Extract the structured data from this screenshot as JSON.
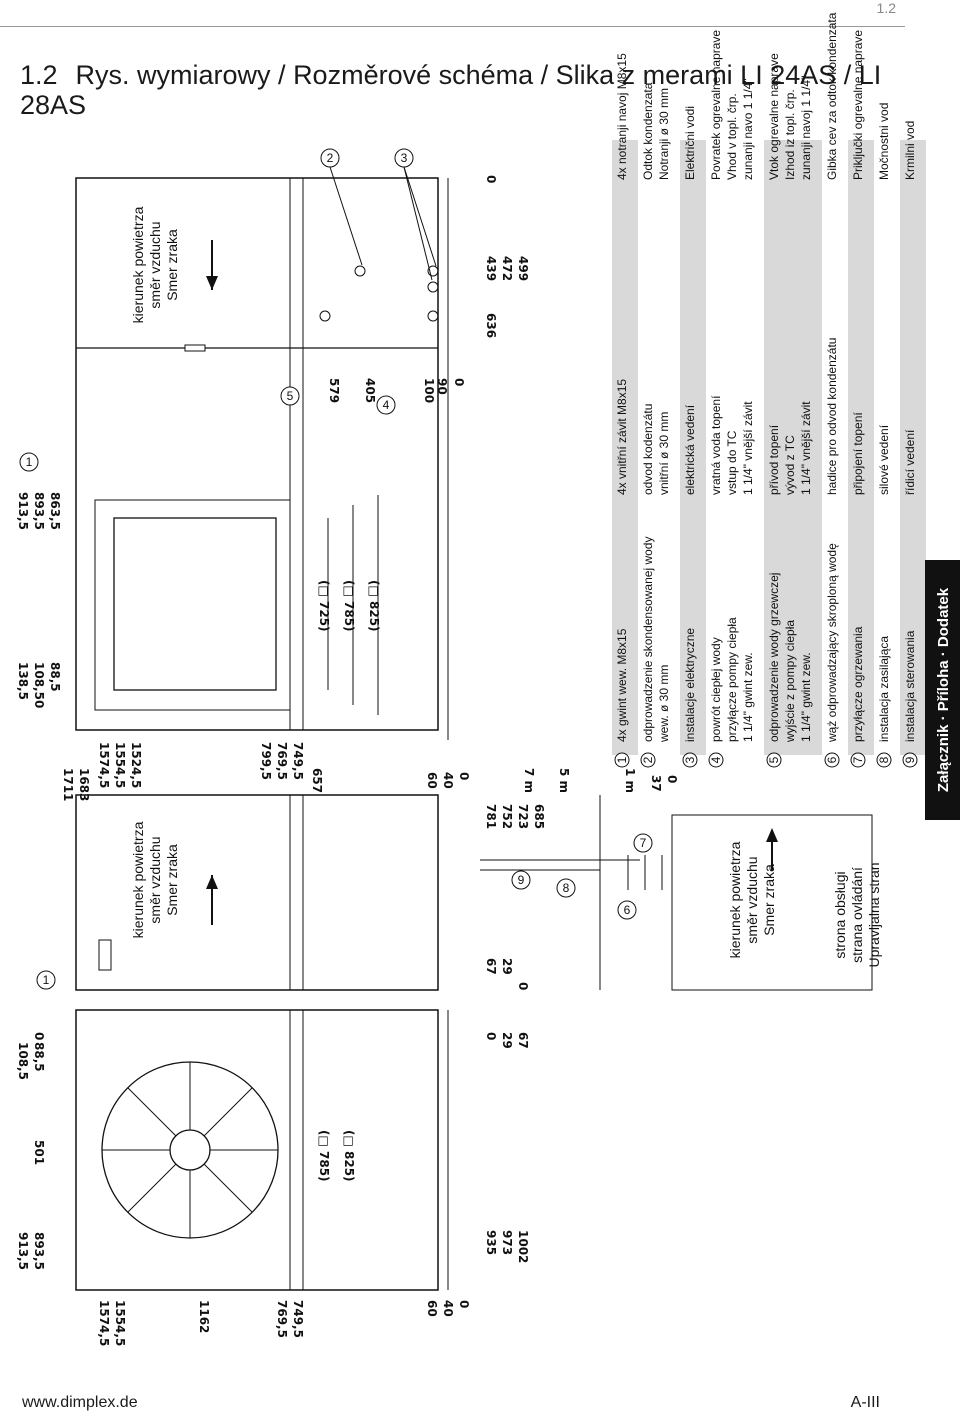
{
  "page": {
    "section_no": "1.2",
    "title_num": "1.2",
    "title_text": "Rys. wymiarowy / Rozměrové schéma / Slika z merami LI 24AS / LI 28AS",
    "footer_left": "www.dimplex.de",
    "footer_right": "A-III",
    "side_tab": "Załącznik · Příloha · Dodatek"
  },
  "drawing": {
    "air_direction": [
      "kierunek powietrza",
      "směr vzduchu",
      "Smer zraka"
    ],
    "service_side": [
      "strona obsługi",
      "strana ovládání",
      "Upravljalna stran"
    ],
    "callouts": [
      "1",
      "2",
      "3",
      "4",
      "5",
      "6",
      "7",
      "8",
      "9"
    ],
    "dims_top_right": [
      "913,5",
      "893,5",
      "863,5",
      "138,5",
      "108,5",
      "88,5",
      "0"
    ],
    "dims_left_mid": [
      "1711",
      "1683"
    ],
    "dims_mid": [
      "1574,5",
      "1554,5",
      "1524,5",
      "799,5",
      "769,5",
      "749,5",
      "657",
      "60",
      "40",
      "0"
    ],
    "dims_inner": [
      "(□ 725)",
      "(□ 785)",
      "(□ 825)"
    ],
    "dims_right_front": [
      "579",
      "405",
      "100",
      "90",
      "0"
    ],
    "dims_rightmost": [
      "0",
      "439",
      "472",
      "499",
      "636"
    ],
    "dims_hoses": [
      "7 m",
      "5 m",
      "1 m",
      "37",
      "0"
    ],
    "dims_mid_right": [
      "781",
      "752",
      "723",
      "685",
      "67",
      "29",
      "0"
    ],
    "dims_bottom_left": [
      "108,5",
      "88,5",
      "0",
      "501",
      "913,5",
      "893,5"
    ],
    "dims_bottom_left2": [
      "1574,5",
      "1554,5",
      "1162",
      "769,5",
      "749,5",
      "60",
      "40",
      "0"
    ],
    "dims_bottom_fan": [
      "(□ 785)",
      "(□ 825)"
    ],
    "dims_bottom_right": [
      "0",
      "29",
      "67",
      "935",
      "973",
      "1002"
    ]
  },
  "legend": {
    "rows": [
      {
        "n": "1",
        "pl": [
          "4x gwint wew. M8x15"
        ],
        "cz": [
          "4x vnitřní závit M8x15"
        ],
        "sl": [
          "4x notranji navoj M8x15"
        ],
        "shaded": true
      },
      {
        "n": "2",
        "pl": [
          "odprowadzenie skondensowanej wody",
          "wew. ø 30 mm"
        ],
        "cz": [
          "odvod kodenzátu",
          "vnitřní ø 30 mm"
        ],
        "sl": [
          "Odtok kondenzata",
          "Notranji ø 30 mm"
        ],
        "shaded": false
      },
      {
        "n": "3",
        "pl": [
          "instalacje elektryczne"
        ],
        "cz": [
          "elektrická vedení"
        ],
        "sl": [
          "Električni vodi"
        ],
        "shaded": true
      },
      {
        "n": "4",
        "pl": [
          "powrót ciepłej wody",
          "przyłącze pompy ciepła",
          "1 1/4\" gwint zew."
        ],
        "cz": [
          "vratná voda topení",
          "vstup do TC",
          "1 1/4\" vnější závit"
        ],
        "sl": [
          "Povratek ogrevalne naprave",
          "Vhod v topl. črp.",
          "zunanji navo 1 1/4\""
        ],
        "shaded": false
      },
      {
        "n": "5",
        "pl": [
          "odprowadzenie wody grzewczej",
          "wyjście z pompy ciepła",
          "1 1/4\" gwint zew."
        ],
        "cz": [
          "přívod topení",
          "vývod z TC",
          "1 1/4\" vnější závit"
        ],
        "sl": [
          "Vtok ogrevalne naprave",
          "Izhod iz topl. črp.",
          "zunanji navoj 1 1/4\""
        ],
        "shaded": true
      },
      {
        "n": "6",
        "pl": [
          "wąż odprowadzający skroploną wodę"
        ],
        "cz": [
          "hadice pro odvod kondenzátu"
        ],
        "sl": [
          "Gibka cev za odtok kondenzata"
        ],
        "shaded": false
      },
      {
        "n": "7",
        "pl": [
          "przyłącze ogrzewania"
        ],
        "cz": [
          "připojení topení"
        ],
        "sl": [
          "Priključki ogrevalne naprave"
        ],
        "shaded": true
      },
      {
        "n": "8",
        "pl": [
          "instalacja zasilająca"
        ],
        "cz": [
          "silové vedení"
        ],
        "sl": [
          "Močnostni vod"
        ],
        "shaded": false
      },
      {
        "n": "9",
        "pl": [
          "instalacja sterowania"
        ],
        "cz": [
          "řídicí vedení"
        ],
        "sl": [
          "Krmilni vod"
        ],
        "shaded": true
      }
    ]
  }
}
